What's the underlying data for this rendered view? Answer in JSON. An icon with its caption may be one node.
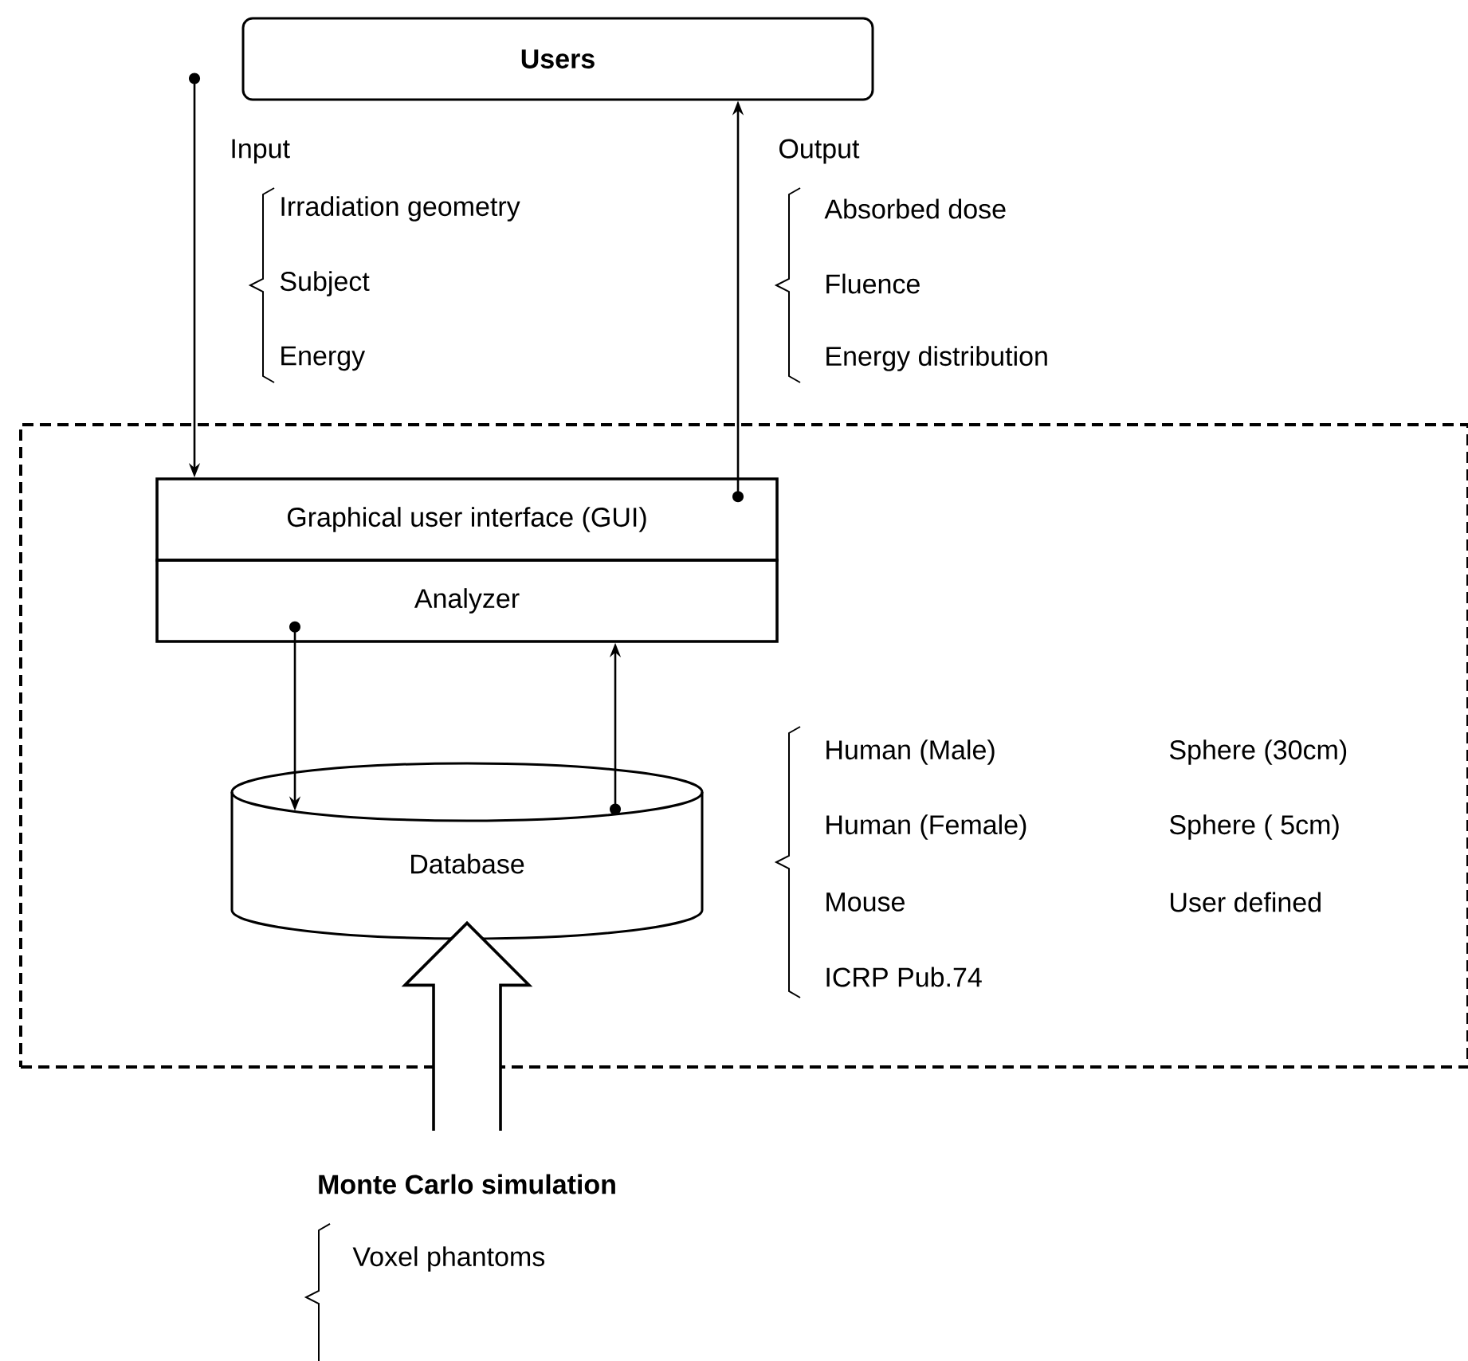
{
  "diagram": {
    "nodes": [
      {
        "text": [
          "Users"
        ]
      },
      {
        "text": [],
        "shape": "box"
      },
      {
        "text": [
          "Graphical user interface (GUI)"
        ],
        "in": 1
      },
      {
        "text": [
          "Analyzer"
        ],
        "in": 1
      },
      {
        "text": [
          "Database"
        ],
        "in": 1
      },
      {
        "text": [
          "Monte Carlo simulation"
        ]
      }
    ],
    "edges": [
      {
        "from": 0,
        "to": 2,
        "arrow": "to"
      },
      {
        "from": 2,
        "to": 0,
        "arrow": "to"
      },
      {
        "from": 3,
        "to": 4,
        "arrow": "to"
      },
      {
        "from": 4,
        "to": 3,
        "arrow": "to"
      },
      {
        "from": 5,
        "to": 4,
        "arrow": "to",
        "style": "thick"
      }
    ],
    "labels": [
      "Input",
      "Irradiation geometry",
      "Subject",
      "Energy",
      "Output",
      "Absorbed dose",
      "Fluence",
      "Energy distribution",
      "Human (Male)",
      "Sphere (30cm)",
      "Human (Female)",
      "Sphere ( 5cm)",
      "Mouse",
      "User defined",
      "ICRP Pub.74",
      "Voxel phantoms"
    ]
  }
}
